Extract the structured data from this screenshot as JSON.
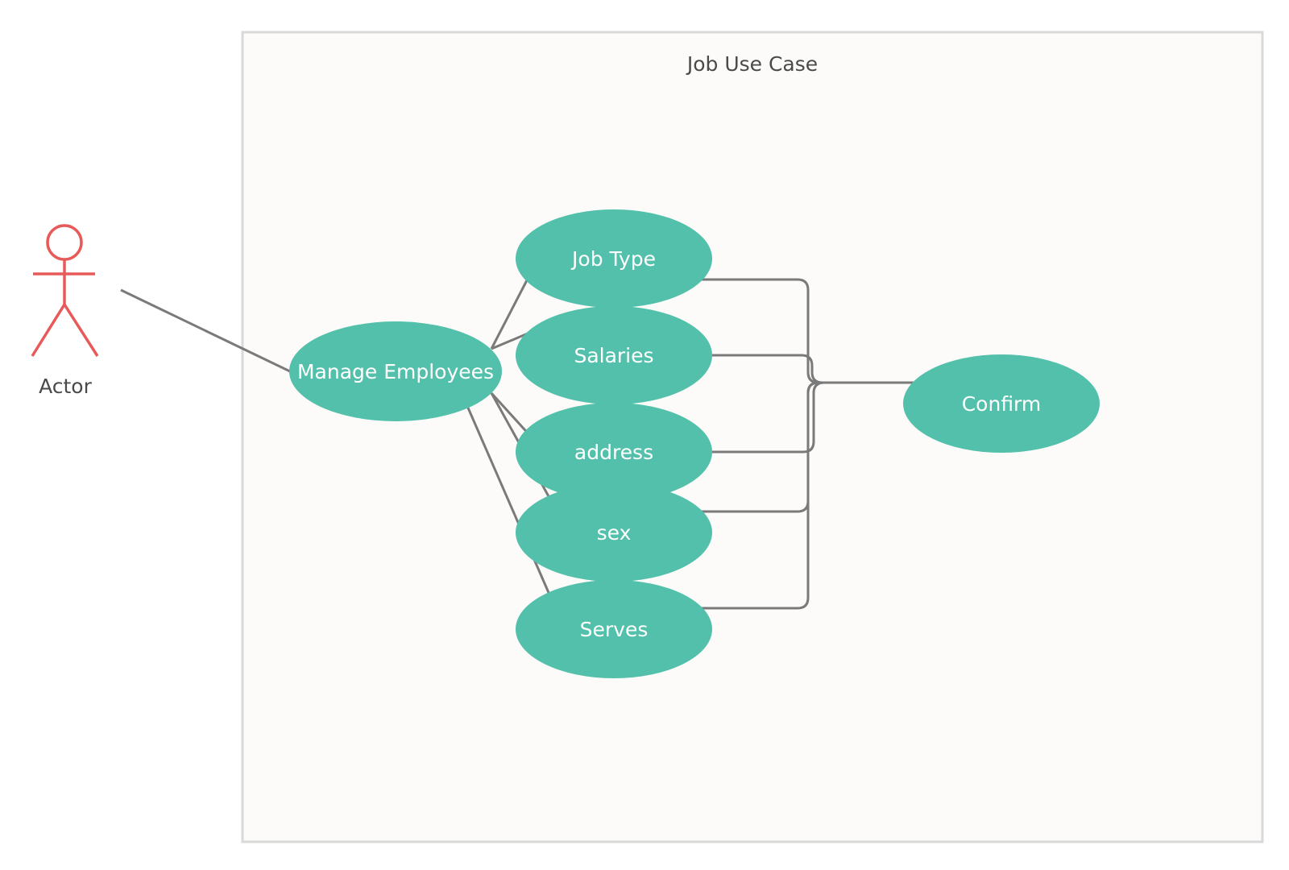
{
  "system": {
    "title": "Job Use Case"
  },
  "actor": {
    "label": "Actor",
    "color": "#e85a5a"
  },
  "colors": {
    "usecase_fill": "#52c0aa",
    "boundary_fill": "#fcfbf9",
    "boundary_stroke": "#d9d9d9",
    "edge": "#7a7a7a"
  },
  "usecases": {
    "manage": "Manage Employees",
    "job_type": "Job Type",
    "salaries": "Salaries",
    "address": "address",
    "sex": "sex",
    "serves": "Serves",
    "confirm": "Confirm"
  }
}
